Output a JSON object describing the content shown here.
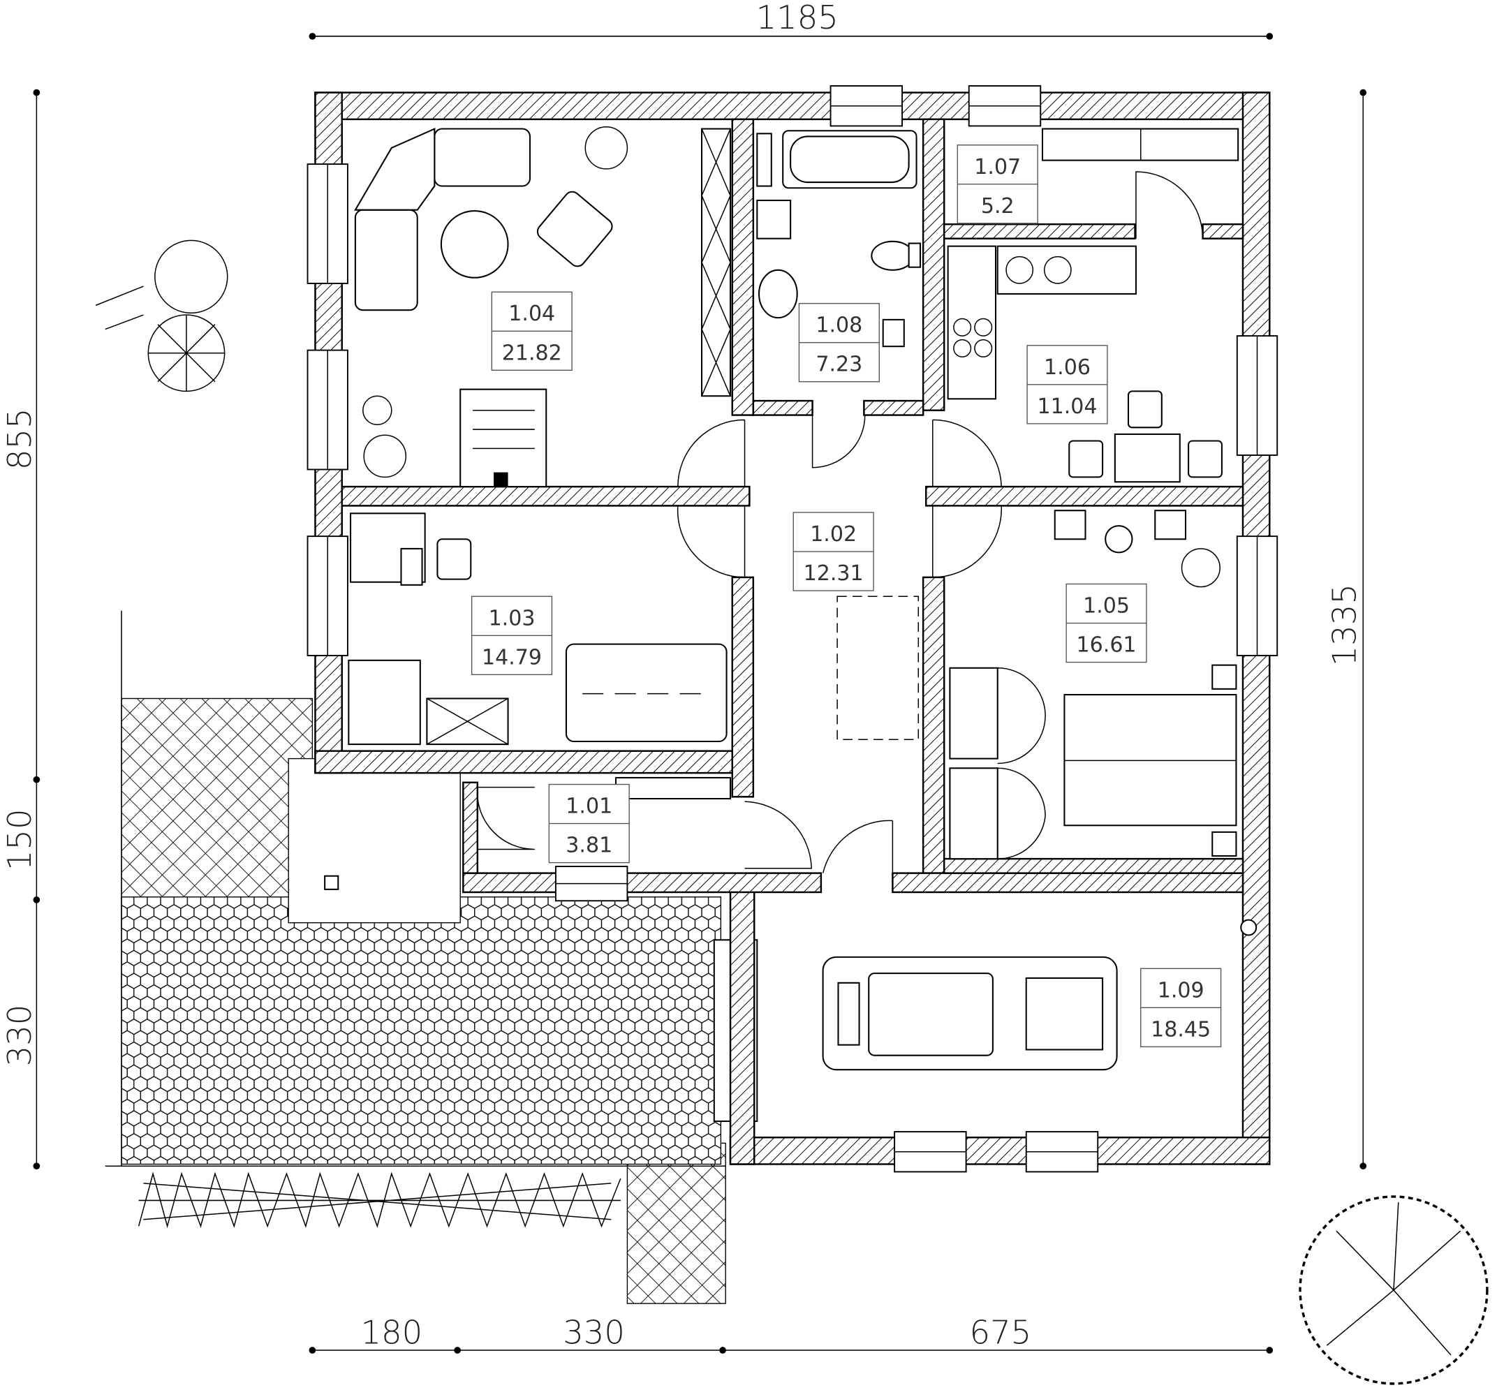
{
  "dimensions": {
    "top_total": "1185",
    "left": [
      "855",
      "150",
      "330"
    ],
    "right_total": "1335",
    "bottom": [
      "180",
      "330",
      "675"
    ]
  },
  "rooms": [
    {
      "id": "1.01",
      "area": "3.81"
    },
    {
      "id": "1.02",
      "area": "12.31"
    },
    {
      "id": "1.03",
      "area": "14.79"
    },
    {
      "id": "1.04",
      "area": "21.82"
    },
    {
      "id": "1.05",
      "area": "16.61"
    },
    {
      "id": "1.06",
      "area": "11.04"
    },
    {
      "id": "1.07",
      "area": "5.2"
    },
    {
      "id": "1.08",
      "area": "7.23"
    },
    {
      "id": "1.09",
      "area": "18.45"
    }
  ]
}
